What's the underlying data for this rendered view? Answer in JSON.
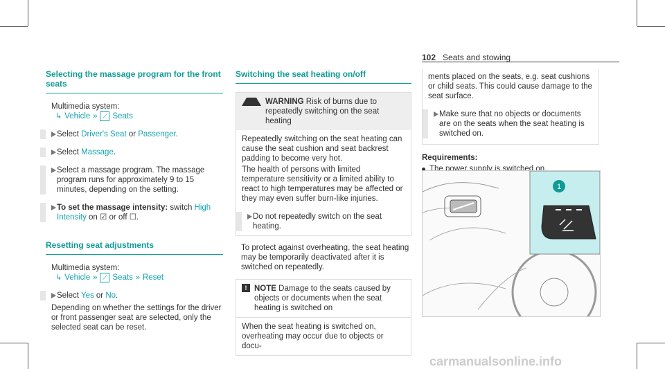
{
  "header": {
    "page_number": "102",
    "section": "Seats and stowing"
  },
  "col1": {
    "title1": "Selecting the massage program for the front seats",
    "ms_label1": "Multimedia system:",
    "path1": [
      "Vehicle",
      "Seats"
    ],
    "step1_pre": "Select ",
    "step1_a": "Driver's Seat",
    "step1_mid": " or ",
    "step1_b": "Passenger",
    "step1_end": ".",
    "step2_pre": "Select ",
    "step2_a": "Massage",
    "step2_end": ".",
    "step3": "Select a massage program. The massage program runs for approximately 9 to 15 minutes, depending on the setting.",
    "step4_bold": "To set the massage intensity:",
    "step4_pre": " switch ",
    "step4_a": "High Intensity",
    "step4_mid": " on ",
    "step4_on": "☑",
    "step4_or": " or off ",
    "step4_off": "☐",
    "step4_end": ".",
    "title2": "Resetting seat adjustments",
    "ms_label2": "Multimedia system:",
    "path2": [
      "Vehicle",
      "Seats",
      "Reset"
    ],
    "step5_pre": "Select ",
    "step5_a": "Yes",
    "step5_mid": " or ",
    "step5_b": "No",
    "step5_end": ".",
    "para": "Depending on whether the settings for the driver or front passenger seat are selected, only the selected seat can be reset."
  },
  "col2": {
    "title": "Switching the seat heating on/off",
    "warn_label": "WARNING",
    "warn_head": " Risk of burns due to repeatedly switching on the seat heating",
    "warn_p1": "Repeatedly switching on the seat heating can cause the seat cushion and seat backrest padding to become very hot.",
    "warn_p2": "The health of persons with limited temperature sensitivity or a limited ability to react to high temperatures may be affected or they may even suffer burn-like injuries.",
    "warn_step": "Do not repeatedly switch on the seat heating.",
    "para": "To protect against overheating, the seat heating may be temporarily deactivated after it is switched on repeatedly.",
    "note_label": "NOTE",
    "note_head": " Damage to the seats caused by objects or documents when the seat heating is switched on",
    "note_body": "When the seat heating is switched on, overheating may occur due to objects or docu-"
  },
  "col3": {
    "cont": "ments placed on the seats, e.g. seat cushions or child seats. This could cause damage to the seat surface.",
    "step": "Make sure that no objects or documents are on the seats when the seat heating is switched on.",
    "req_title": "Requirements:",
    "req_item": "The power supply is switched on.",
    "callout": "1"
  },
  "watermark": "carmanualsonline.info",
  "colors": {
    "teal_heading": "#0f9b95",
    "teal_link": "#14a3b0",
    "callout_bg": "#c6eeee"
  }
}
